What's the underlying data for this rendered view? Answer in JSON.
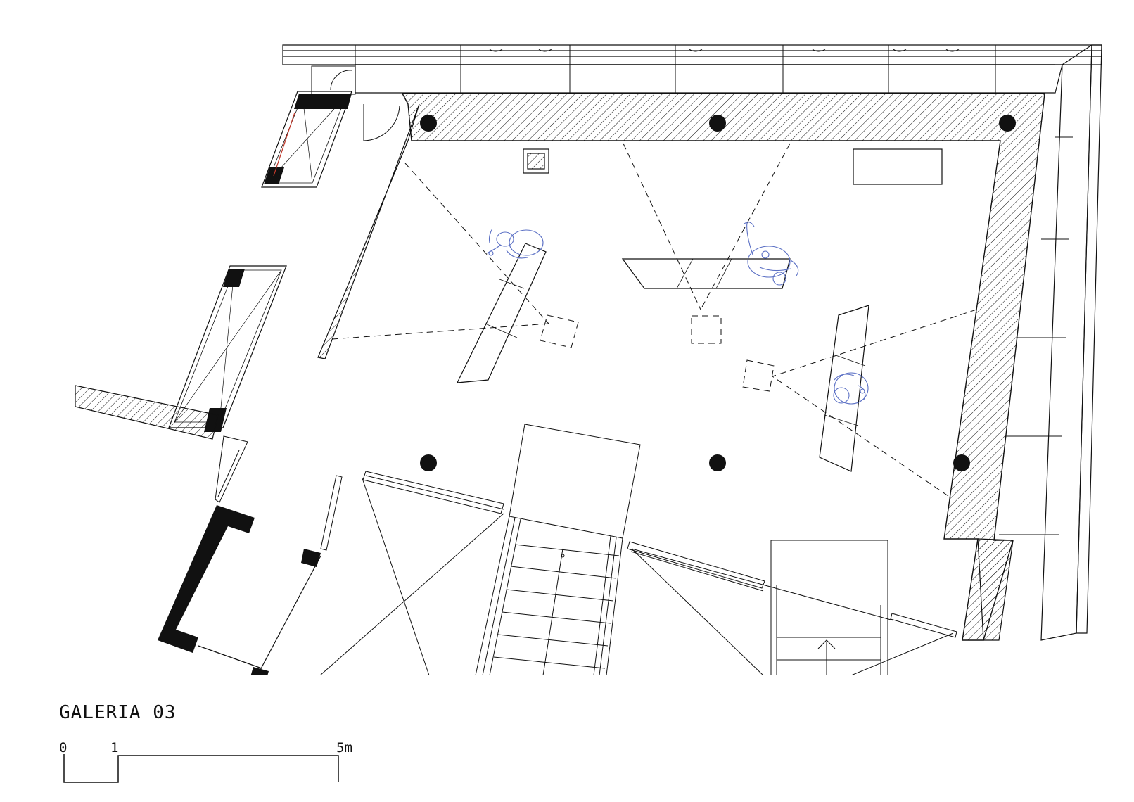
{
  "drawing": {
    "title": "GALERIA 03",
    "scale_bar": {
      "ticks": [
        "0",
        "1",
        "5m"
      ]
    }
  },
  "colors": {
    "line": "#111111",
    "figure": "#5a6fc4",
    "hatch": "#111111",
    "accent_red": "#c0392b",
    "background": "#ffffff"
  }
}
